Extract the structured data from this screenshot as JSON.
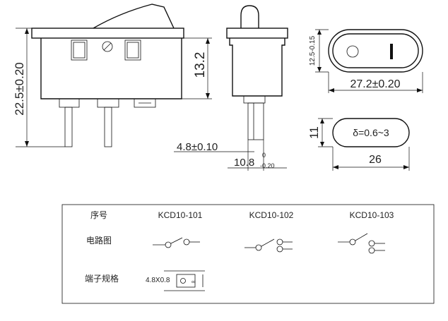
{
  "dimensions": {
    "height_total": "22.5±0.20",
    "height_body": "13.2",
    "terminal_width": "4.8±0.10",
    "terminal_thickness": "10.8",
    "thickness_sup": "0",
    "thickness_sub": "-0.20",
    "panel_height": "12.5-0.15",
    "panel_width": "27.2±0.20",
    "cutout_height": "11",
    "cutout_width": "26",
    "panel_thickness": "δ=0.6~3"
  },
  "table": {
    "row_labels": [
      "序号",
      "电路图",
      "端子规格"
    ],
    "models": [
      "KCD10-101",
      "KCD10-102",
      "KCD10-103"
    ],
    "terminal_spec": "4.8X0.8"
  }
}
